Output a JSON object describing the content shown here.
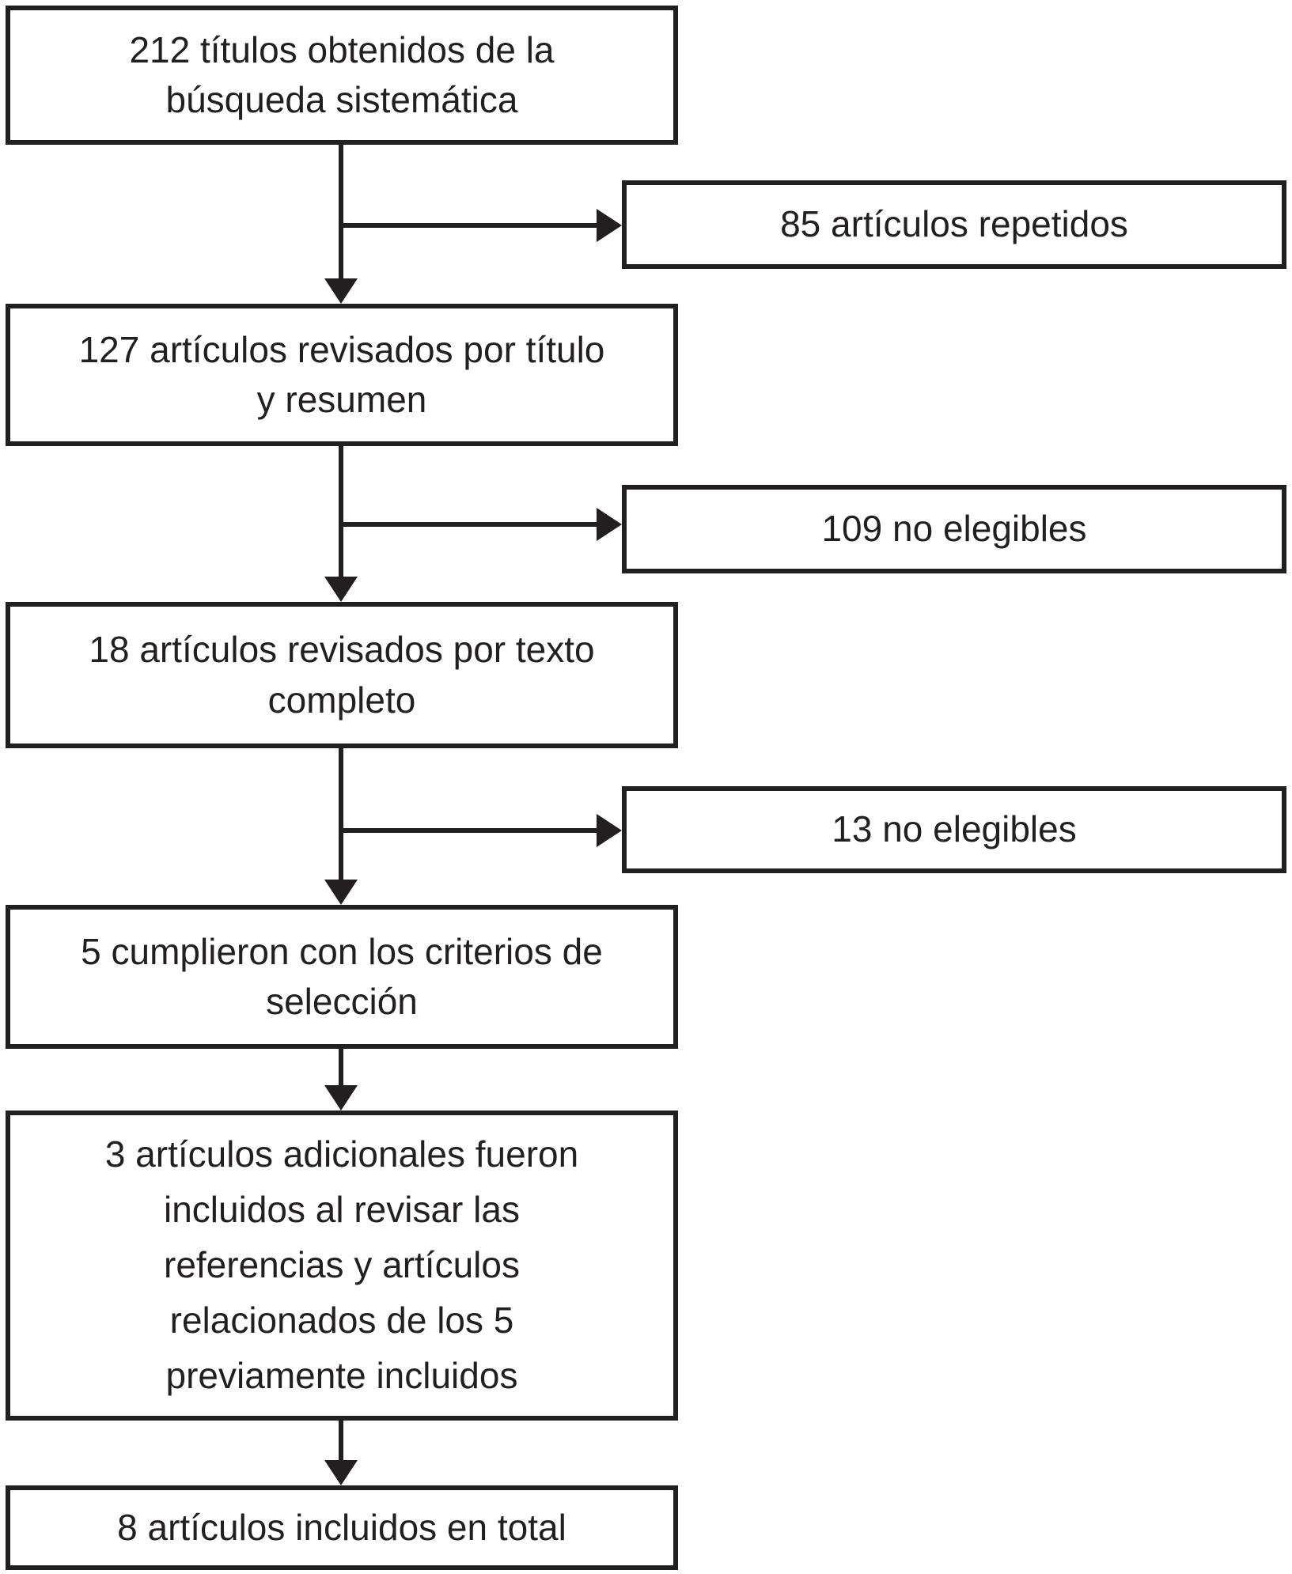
{
  "diagram": {
    "type": "flowchart",
    "colors": {
      "ink": "#231f20",
      "background": "#ffffff"
    },
    "main_boxes": [
      {
        "name": "search-results",
        "lines": [
          "212 títulos obtenidos de la",
          "búsqueda sistemática"
        ]
      },
      {
        "name": "title-abstract-review",
        "lines": [
          "127 artículos revisados por título",
          "y resumen"
        ]
      },
      {
        "name": "fulltext-review",
        "lines": [
          "18 artículos revisados por texto",
          "completo"
        ]
      },
      {
        "name": "met-criteria",
        "lines": [
          "5 cumplieron con los criterios de",
          "selección"
        ]
      },
      {
        "name": "additional-articles",
        "lines": [
          "3 artículos adicionales fueron",
          "incluidos al revisar las",
          "referencias y artículos",
          "relacionados de los 5",
          "previamente incluidos"
        ]
      },
      {
        "name": "total-included",
        "lines": [
          "8 artículos incluidos en total"
        ]
      }
    ],
    "side_boxes": [
      {
        "name": "repeated-articles",
        "lines": [
          "85 artículos repetidos"
        ]
      },
      {
        "name": "non-eligible-109",
        "lines": [
          "109 no elegibles"
        ]
      },
      {
        "name": "non-eligible-13",
        "lines": [
          "13 no elegibles"
        ]
      }
    ]
  }
}
